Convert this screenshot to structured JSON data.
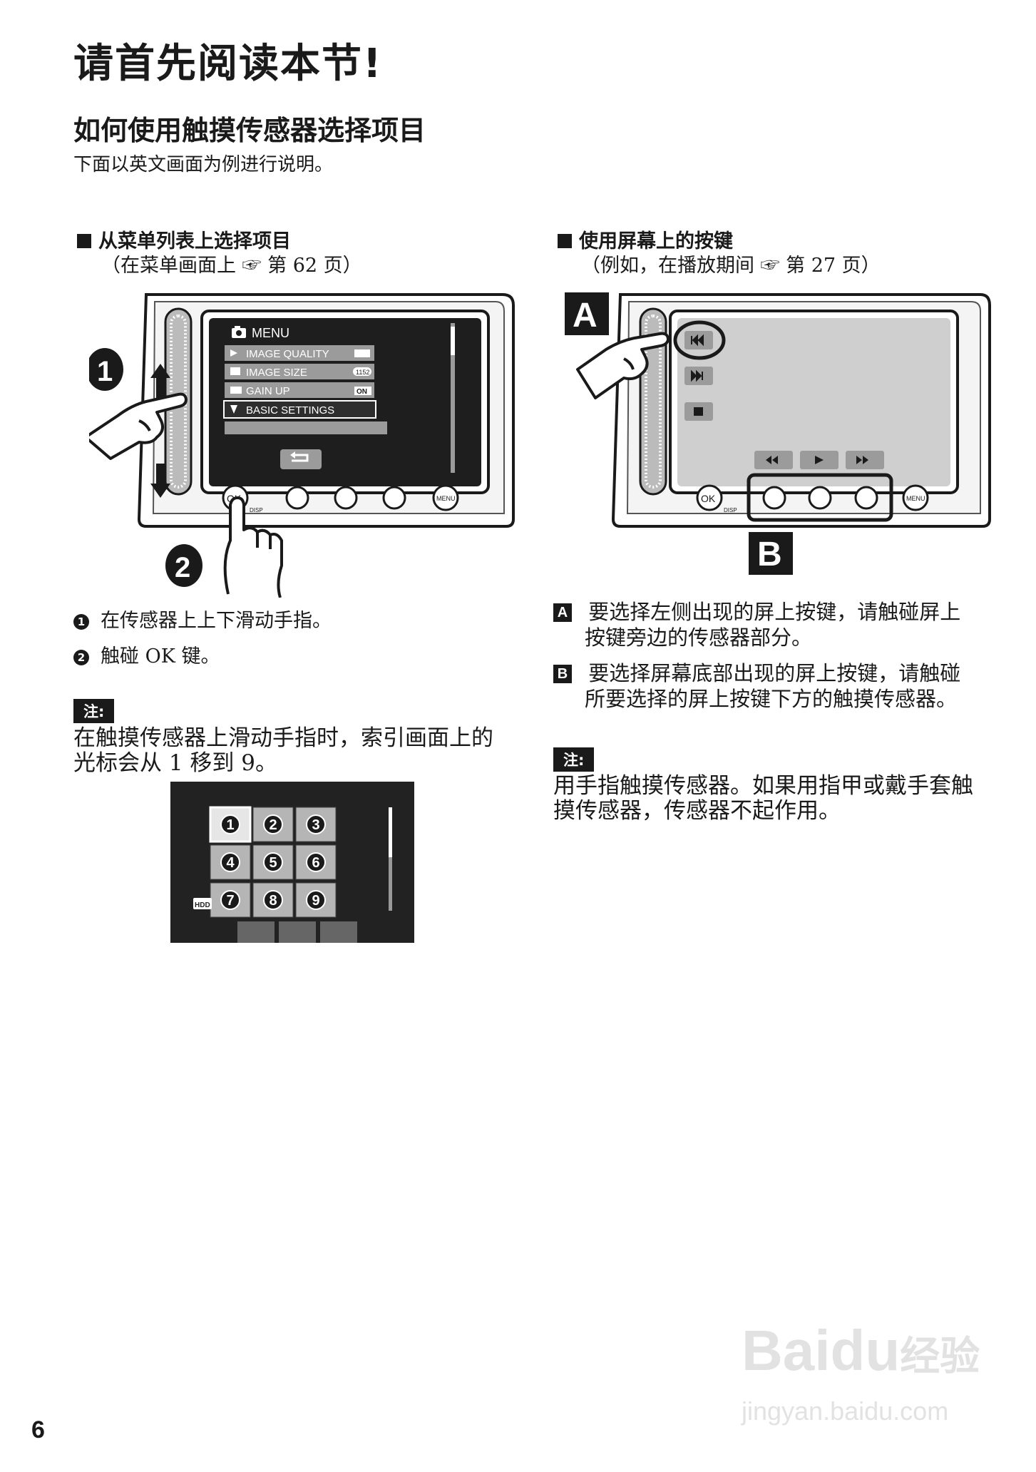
{
  "page": {
    "title": "请首先阅读本节!",
    "subtitle": "如何使用触摸传感器选择项目",
    "lead": "下面以英文画面为例进行说明。",
    "page_number": "6"
  },
  "left": {
    "heading": "从菜单列表上选择项目",
    "ref": "（在菜单画面上 ☞ 第 62 页）",
    "screen": {
      "menu_title": "MENU",
      "items": [
        "IMAGE QUALITY",
        "IMAGE SIZE",
        "GAIN UP",
        "BASIC SETTINGS"
      ],
      "gain_badge": "ON",
      "size_badge": "1152",
      "ok_label": "OK",
      "disp_label": "DISP",
      "menu_button": "MENU"
    },
    "callouts": [
      "1",
      "2"
    ],
    "steps": [
      {
        "num": "1",
        "text": "在传感器上上下滑动手指。"
      },
      {
        "num": "2",
        "text": "触碰 OK 键。"
      }
    ],
    "note_label": "注:",
    "note_text": [
      "在触摸传感器上滑动手指时，索引画面上的",
      "光标会从 1 移到 9。"
    ],
    "index": {
      "numbers": [
        "1",
        "2",
        "3",
        "4",
        "5",
        "6",
        "7",
        "8",
        "9"
      ],
      "badge": "HDD"
    }
  },
  "right": {
    "heading": "使用屏幕上的按键",
    "ref": "（例如，在播放期间 ☞ 第 27 页）",
    "label_a": "A",
    "label_b": "B",
    "ok_label": "OK",
    "disp_label": "DISP",
    "menu_button": "MENU",
    "items": [
      {
        "letter": "A",
        "lines": [
          "要选择左侧出现的屏上按键，请触碰屏上",
          "按键旁边的传感器部分。"
        ]
      },
      {
        "letter": "B",
        "lines": [
          "要选择屏幕底部出现的屏上按键，请触碰",
          "所要选择的屏上按键下方的触摸传感器。"
        ]
      }
    ],
    "note_label": "注:",
    "note_text": [
      "用手指触摸传感器。如果用指甲或戴手套触",
      "摸传感器，传感器不起作用。"
    ]
  },
  "watermark": {
    "brand": "Bai",
    "brand2": "du",
    "cn": "经验",
    "url": "jingyan.baidu.com"
  },
  "colors": {
    "ink": "#1a1a1a",
    "screen_bg": "#cfcfcf",
    "menu_item": "#9b9b9b",
    "highlight": "#333333"
  }
}
